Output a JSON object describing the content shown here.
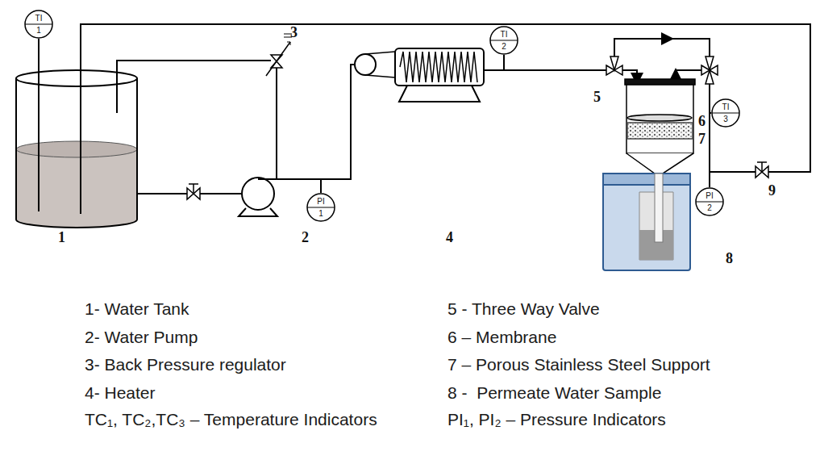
{
  "diagram": {
    "nodes": [
      {
        "text": [
          "TI",
          "1"
        ]
      },
      {
        "text": [
          "PI",
          "1"
        ]
      },
      {
        "text": [
          "TI",
          "2"
        ]
      },
      {
        "text": [
          "TI",
          "3"
        ]
      },
      {
        "text": [
          "PI",
          "2"
        ]
      }
    ],
    "labels": [
      "1",
      "2",
      "3",
      "4",
      "5",
      "6",
      "7",
      "8",
      "9",
      "1- Water Tank",
      "5 - Three Way Valve",
      "2- Water Pump",
      "6 – Membrane",
      "3- Back Pressure regulator",
      "7 – Porous Stainless Steel Support",
      "4- Heater",
      "8 -  Permeate Water Sample",
      "TC₁, TC₂,TC₃ – Temperature Indicators",
      "PI₁, PI₂ – Pressure Indicators"
    ]
  }
}
